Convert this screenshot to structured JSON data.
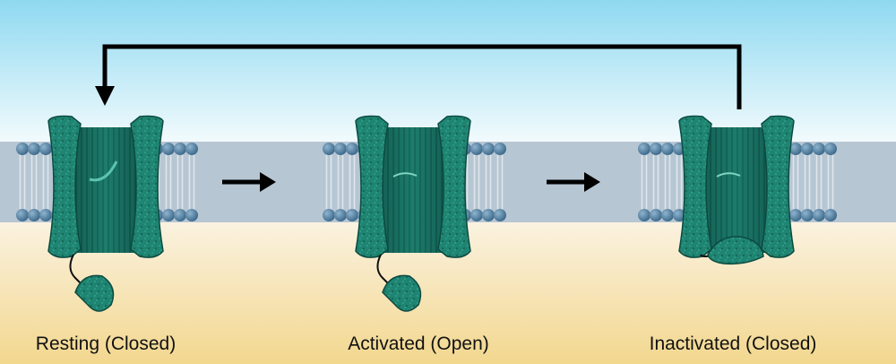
{
  "states": [
    {
      "label": "Resting (Closed)",
      "gate": "closed",
      "inactivation_gate": "hanging"
    },
    {
      "label": "Activated (Open)",
      "gate": "open",
      "inactivation_gate": "hanging"
    },
    {
      "label": "Inactivated (Closed)",
      "gate": "open",
      "inactivation_gate": "plugged"
    }
  ],
  "colors": {
    "sky_top": "#8fd9f0",
    "sky_bottom": "#f3fbfd",
    "membrane_band": "#b7c6d3",
    "lower_top": "#fbf3e2",
    "lower_bottom": "#f2d78e",
    "lipid_head": "#4a7a9c",
    "channel": "#1a7a6a",
    "channel_dark": "#0c4a40",
    "arrow": "#000000"
  },
  "icons": [
    "phospholipid-bilayer",
    "ion-channel",
    "right-arrow-icon",
    "return-arrow-icon"
  ]
}
